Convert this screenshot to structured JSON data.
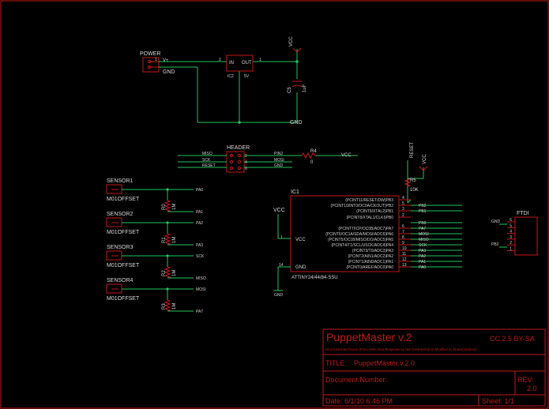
{
  "power": {
    "name": "POWER",
    "v": "V+",
    "gnd": "GND",
    "pin1": "1",
    "pin2": "2"
  },
  "regulator": {
    "in": "IN",
    "out": "OUT",
    "name": "IC2",
    "value": "5V",
    "pin_in": "2",
    "pin_out": "1"
  },
  "vcc_top": "VCC",
  "cap": {
    "name": "C5",
    "value": "1uF"
  },
  "gnd_top": "GND",
  "header": {
    "name": "HEADER",
    "left": [
      "MISO",
      "SCK",
      "RESET"
    ],
    "right": [
      "PIN2",
      "MOSI",
      "GND"
    ],
    "pins": [
      "1",
      "2",
      "3",
      "4",
      "5",
      "6"
    ]
  },
  "r4": {
    "name": "R4",
    "value": "0",
    "net": "VCC"
  },
  "reset_net": "RESET",
  "vcc_r5": "VCC",
  "r5": {
    "name": "R5",
    "value": "10K"
  },
  "sensors": [
    {
      "name": "SENSOR1",
      "value": "M01OFFSET",
      "r_name": "R0",
      "r_value": "1M",
      "net_a": "PA0",
      "net_b": "PA1"
    },
    {
      "name": "SENSOR2",
      "value": "M01OFFSET",
      "r_name": "R1",
      "r_value": "1M",
      "net_a": "PA2",
      "net_b": "PA3"
    },
    {
      "name": "SENSOR3",
      "value": "M01OFFSET",
      "r_name": "R2",
      "r_value": "1M",
      "net_a": "SCK",
      "net_b": "MISO"
    },
    {
      "name": "SENSOR4",
      "value": "M01OFFSET",
      "r_name": "R3",
      "r_value": "1M",
      "net_a": "MOSI",
      "net_b": "PA7"
    }
  ],
  "ic1": {
    "name": "IC1",
    "value": "ATTINY24/44/84-SSU",
    "vcc": "VCC",
    "gnd": "GND",
    "vcc_pin": "1",
    "gnd_pin": "14",
    "pins": [
      {
        "label": "(PCINT11/RESET/DW)PB3",
        "num": "4",
        "net": ""
      },
      {
        "label": "(PCINT10/INT0/OC0A/CKOUT)PB2",
        "num": "5",
        "net": "PB2"
      },
      {
        "label": "(PCINT9/XTAL2)PB1",
        "num": "3",
        "net": "PB1"
      },
      {
        "label": "(PCINT8/XTAL1/CLKI)PB0",
        "num": "2",
        "net": ""
      },
      {
        "label": "(PCINT7/ICP/OC0B/ADC7)PA7",
        "num": "6",
        "net": "PA7"
      },
      {
        "label": "(PCINT6/OC1A/SDA/MOSI/ADC6)PA6",
        "num": "7",
        "net": "MOSI"
      },
      {
        "label": "(PCINT5/OC1B/MISO/DO/ADC5)PA5",
        "num": "8",
        "net": "MISO"
      },
      {
        "label": "(PCINT4/T1/SCL/USCK/ADC4)PA4",
        "num": "9",
        "net": "SCK"
      },
      {
        "label": "(PCINT3/T0/ADC3)PA3",
        "num": "10",
        "net": "PA3"
      },
      {
        "label": "(PCINT2/AIN1/ADC2)PA2",
        "num": "11",
        "net": "PA2"
      },
      {
        "label": "(PCINT1/AIN0/ADC1)PA1",
        "num": "12",
        "net": "PA1"
      },
      {
        "label": "(PCINT0/AREF/ADC0)PA0",
        "num": "13",
        "net": "PA0"
      }
    ],
    "extra_net": "PB0"
  },
  "gnd_ic": "GND",
  "ftdi": {
    "name": "FTDI",
    "gnd": "GND",
    "pb2": "PB2",
    "pins": [
      "6",
      "5",
      "4",
      "3",
      "2",
      "1"
    ]
  },
  "title_block": {
    "project": "PuppetMaster v.2",
    "license": "CC 2.5 BY-SA",
    "credit": "Anna Kaziunas France (From Hello Step Response by Neil Gershenfeld as Modified by Shawn Wallace)",
    "title_label": "TITLE:",
    "title_value": "PuppetMaster.v.2.0",
    "doc_label": "Document Number:",
    "rev_label": "REV:",
    "rev_value": "2.0",
    "date": "Date: 6/1/10 6:46 PM",
    "sheet": "Sheet: 1/1"
  },
  "colors": {
    "wire": "#22c55e",
    "part": "#c01818",
    "text": "#d8d8d8",
    "background": "#000000"
  }
}
